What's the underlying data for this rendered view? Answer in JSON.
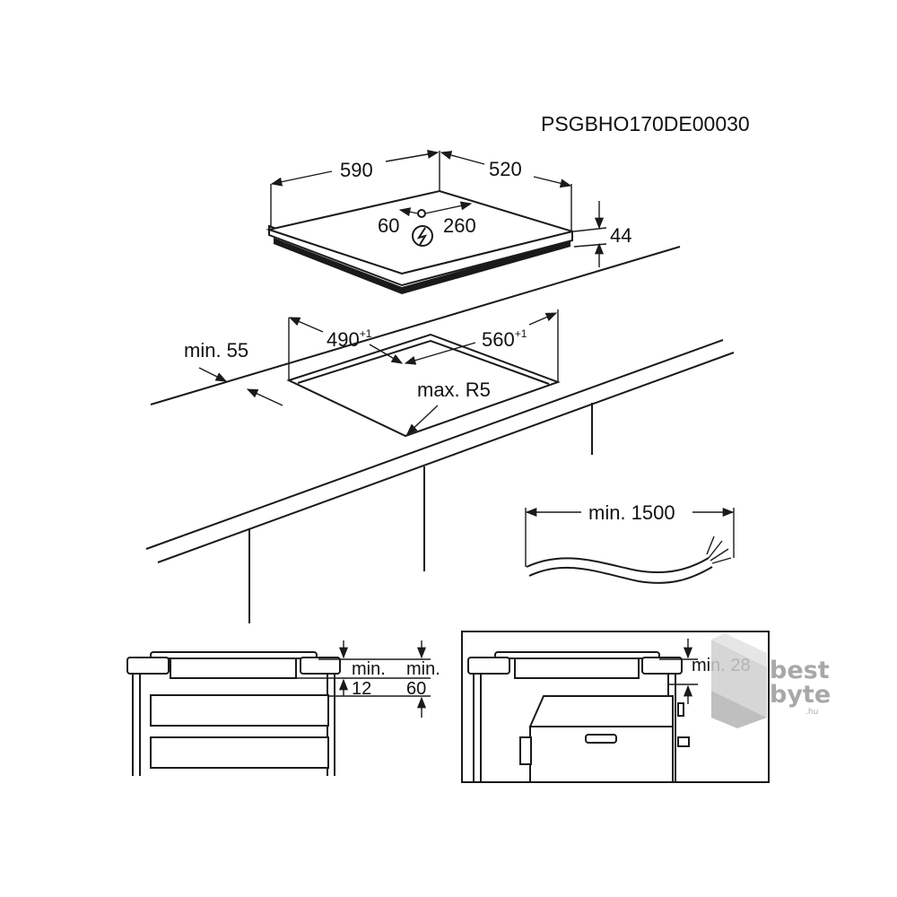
{
  "model_code": "PSGBHO170DE00030",
  "hob": {
    "width": "590",
    "depth": "520",
    "thickness": "44",
    "connection_offset_left": "60",
    "connection_offset_right": "260"
  },
  "cutout": {
    "width_base": "490",
    "width_tol": "+1",
    "depth_base": "560",
    "depth_tol": "+1",
    "edge_distance": "min. 55",
    "corner_radius": "max. R5"
  },
  "cable": {
    "length": "min. 1500"
  },
  "detail_drawers": {
    "gap_label_a": "min.",
    "gap_value_a": "12",
    "gap_label_b": "min.",
    "gap_value_b": "60"
  },
  "detail_oven": {
    "gap": "min. 28"
  },
  "watermark": {
    "line1": "best",
    "line2": "byte",
    "suffix": ".hu"
  },
  "colors": {
    "line": "#1a1a1a",
    "watermark": "#9a9a9a"
  }
}
